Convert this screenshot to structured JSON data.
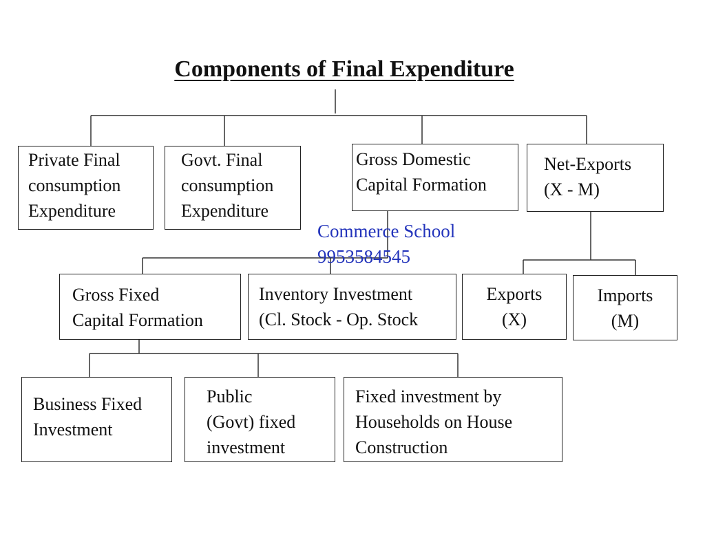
{
  "title": "Components of Final Expenditure",
  "watermark": {
    "line1": "Commerce School",
    "line2": "9953584545",
    "color": "#2233bb"
  },
  "nodes": {
    "private_final": {
      "lines": [
        "Private Final",
        "consumption",
        "Expenditure"
      ]
    },
    "govt_final": {
      "lines": [
        "Govt. Final",
        "consumption",
        "Expenditure"
      ]
    },
    "gdcf": {
      "lines": [
        "Gross Domestic",
        "Capital Formation"
      ]
    },
    "net_exports": {
      "lines": [
        "Net-Exports",
        "(X - M)"
      ]
    },
    "gfcf": {
      "lines": [
        "Gross Fixed",
        "Capital Formation"
      ]
    },
    "inventory": {
      "lines": [
        "Inventory Investment",
        "(Cl. Stock - Op. Stock"
      ]
    },
    "exports": {
      "lines": [
        "Exports",
        "(X)"
      ]
    },
    "imports": {
      "lines": [
        "Imports",
        "(M)"
      ]
    },
    "business_fixed": {
      "lines": [
        "Business Fixed",
        "Investment"
      ]
    },
    "public_fixed": {
      "lines": [
        "Public",
        "(Govt) fixed",
        "investment"
      ]
    },
    "household_fixed": {
      "lines": [
        "Fixed investment by",
        "Households on House",
        "Construction"
      ]
    }
  }
}
